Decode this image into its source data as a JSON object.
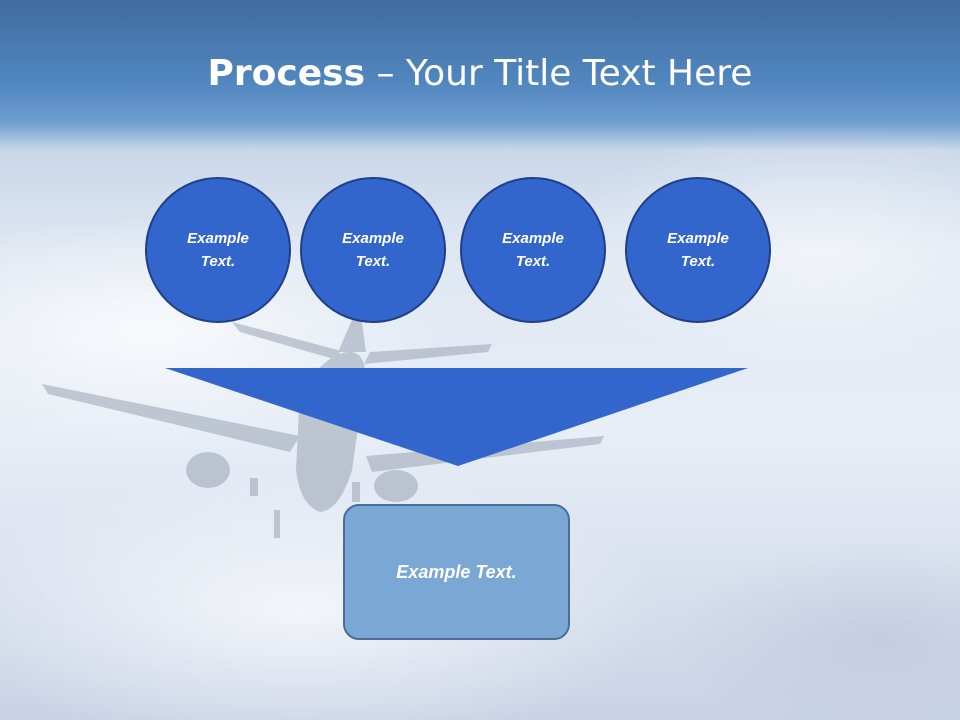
{
  "title": {
    "bold": "Process",
    "rest": " – Your Title Text Here"
  },
  "steps": [
    {
      "label": "Example\nText."
    },
    {
      "label": "Example\nText."
    },
    {
      "label": "Example\nText."
    },
    {
      "label": "Example\nText."
    }
  ],
  "result": {
    "label": "Example Text."
  },
  "colors": {
    "circle_fill": "#3366cc",
    "circle_border": "#1f3f86",
    "funnel_fill": "#3366cc",
    "result_fill": "#7ba7d4",
    "result_border": "#4b6d99",
    "header": "#4a7fb8"
  }
}
